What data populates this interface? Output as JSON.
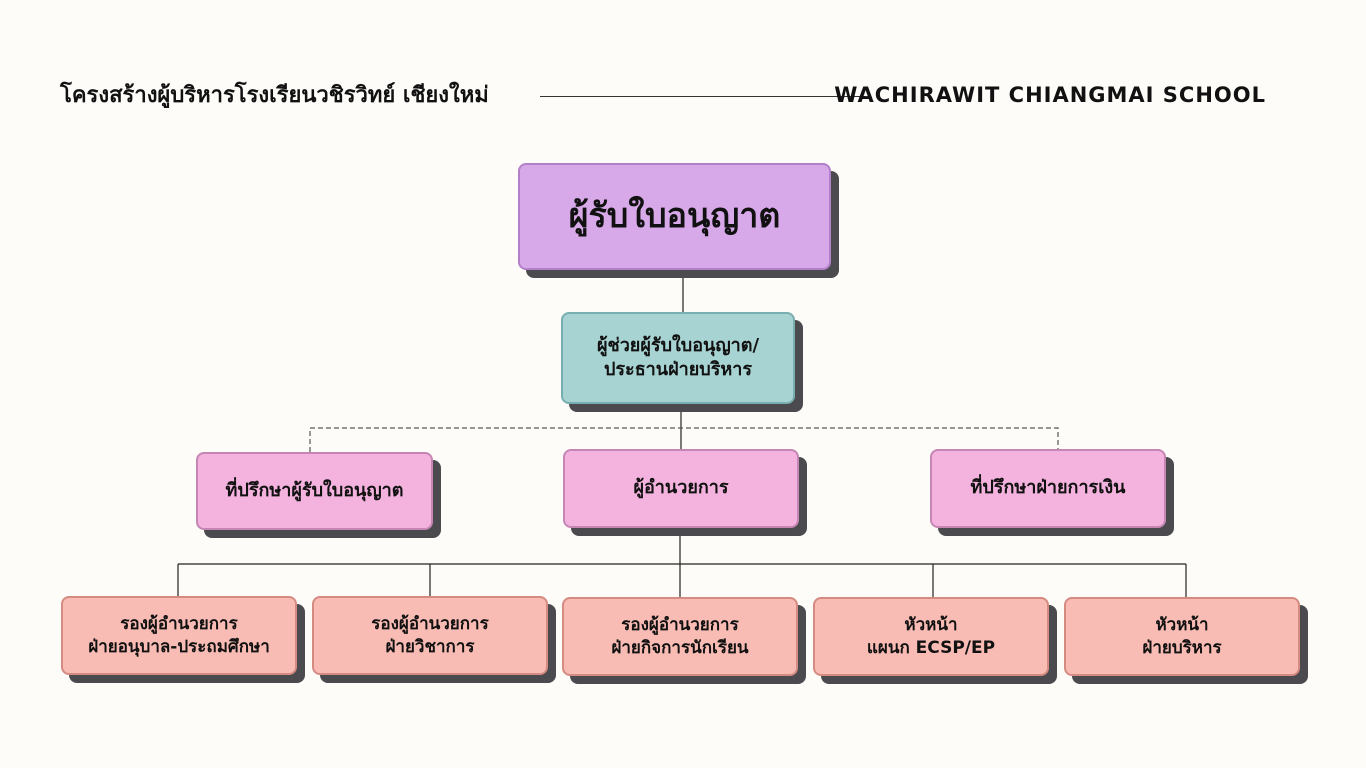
{
  "header": {
    "title": "โครงสร้างผู้บริหารโรงเรียนวชิรวิทย์ เชียงใหม่",
    "school": "WACHIRAWIT CHIANGMAI SCHOOL"
  },
  "chart": {
    "root": {
      "label": "ผู้รับใบอนุญาต"
    },
    "assistant": {
      "lines": [
        "ผู้ช่วยผู้รับใบอนุญาต/",
        "ประธานฝ่ายบริหาร"
      ]
    },
    "advisor_license": {
      "label": "ที่ปรึกษาผู้รับใบอนุญาต"
    },
    "director": {
      "label": "ผู้อำนวยการ"
    },
    "advisor_finance": {
      "label": "ที่ปรึกษาฝ่ายการเงิน"
    },
    "departments": [
      {
        "lines": [
          "รองผู้อำนวยการ",
          "ฝ่ายอนุบาล-ประถมศึกษา"
        ]
      },
      {
        "lines": [
          "รองผู้อำนวยการ",
          "ฝ่ายวิชาการ"
        ]
      },
      {
        "lines": [
          "รองผู้อำนวยการ",
          "ฝ่ายกิจการนักเรียน"
        ]
      },
      {
        "lines": [
          "หัวหน้า",
          "แผนก ECSP/EP"
        ]
      },
      {
        "lines": [
          "หัวหน้า",
          "ฝ่ายบริหาร"
        ]
      }
    ]
  }
}
